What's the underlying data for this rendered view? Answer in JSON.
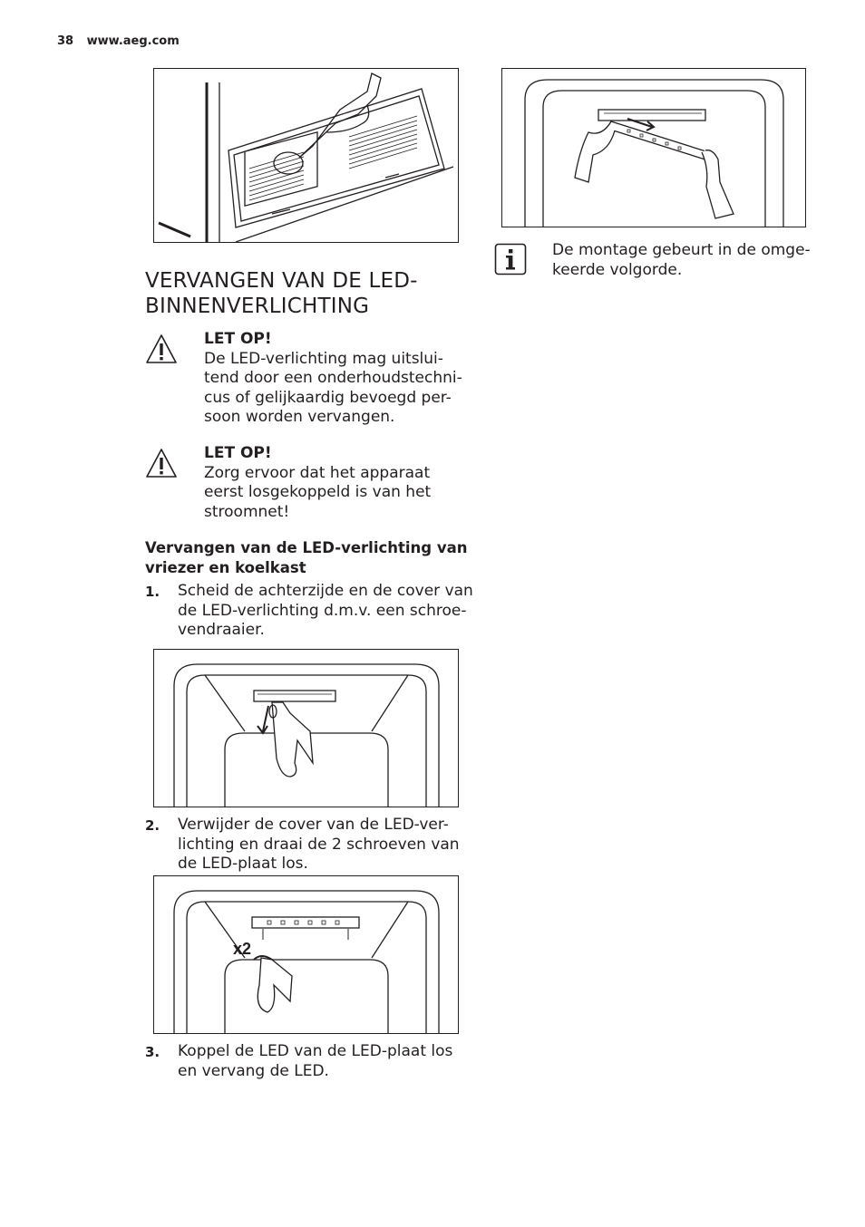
{
  "header": {
    "page_number": "38",
    "website": "www.aeg.com"
  },
  "section": {
    "title_line1": "VERVANGEN VAN DE LED-",
    "title_line2": "BINNENVERLICHTING"
  },
  "warnings": [
    {
      "heading": "LET OP!",
      "lines": [
        "De LED-verlichting mag uitslui-",
        "tend door een onderhoudstechni-",
        "cus of gelijkaardig bevoegd per-",
        "soon worden vervangen."
      ]
    },
    {
      "heading": "LET OP!",
      "lines": [
        "Zorg ervoor dat het apparaat",
        "eerst losgekoppeld is van het",
        "stroomnet!"
      ]
    }
  ],
  "subheading": {
    "line1": "Vervangen van de LED-verlichting van",
    "line2": "vriezer en koelkast"
  },
  "steps": [
    {
      "number": "1.",
      "lines": [
        "Scheid de achterzijde en de cover van",
        "de LED-verlichting d.m.v. een schroe-",
        "vendraaier."
      ]
    },
    {
      "number": "2.",
      "lines": [
        "Verwijder de cover van de LED-ver-",
        "lichting en draai de 2 schroeven van",
        "de LED-plaat los."
      ]
    },
    {
      "number": "3.",
      "lines": [
        "Koppel de LED van de LED-plaat los",
        "en vervang de LED."
      ]
    }
  ],
  "figure_labels": {
    "screw_count": "x2"
  },
  "info": {
    "lines": [
      "De montage gebeurt in de omge-",
      "keerde volgorde."
    ]
  }
}
